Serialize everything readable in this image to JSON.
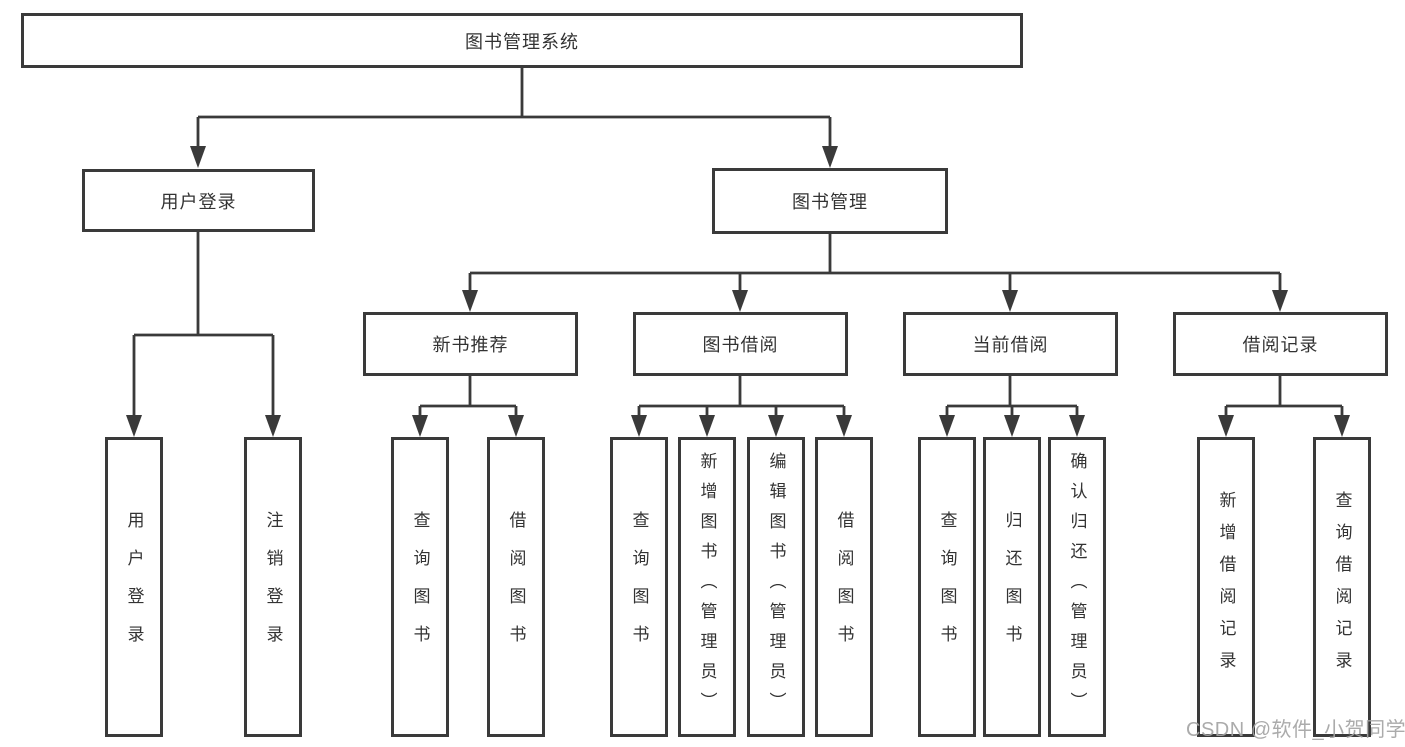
{
  "diagram": {
    "root": {
      "label": "图书管理系统",
      "children": [
        {
          "label": "用户登录",
          "children": [
            {
              "label": "用户登录"
            },
            {
              "label": "注销登录"
            }
          ]
        },
        {
          "label": "图书管理",
          "children": [
            {
              "label": "新书推荐",
              "children": [
                {
                  "label": "查询图书"
                },
                {
                  "label": "借阅图书"
                }
              ]
            },
            {
              "label": "图书借阅",
              "children": [
                {
                  "label": "查询图书"
                },
                {
                  "label": "新增图书（管理员）"
                },
                {
                  "label": "编辑图书（管理员）"
                },
                {
                  "label": "借阅图书"
                }
              ]
            },
            {
              "label": "当前借阅",
              "children": [
                {
                  "label": "查询图书"
                },
                {
                  "label": "归还图书"
                },
                {
                  "label": "确认归还（管理员）"
                }
              ]
            },
            {
              "label": "借阅记录",
              "children": [
                {
                  "label": "新增借阅记录"
                },
                {
                  "label": "查询借阅记录"
                }
              ]
            }
          ]
        }
      ]
    },
    "watermark": "CSDN @软件_小贺同学",
    "colors": {
      "line": "#3a3a3a",
      "text": "#333333",
      "watermark": "#a4a4a4",
      "background": "#ffffff"
    }
  }
}
